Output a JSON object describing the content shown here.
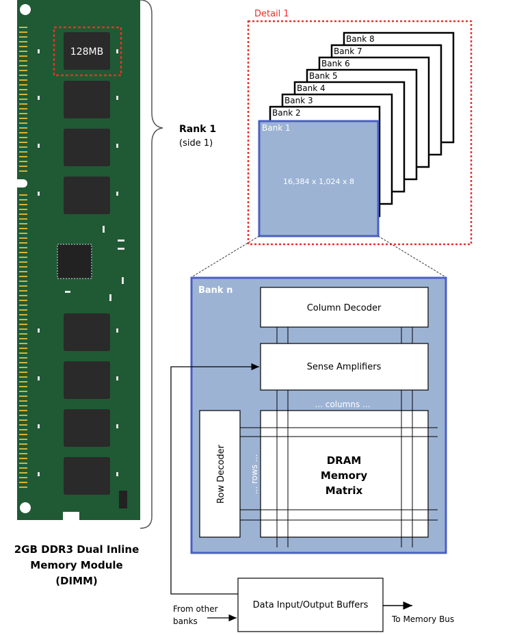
{
  "dimm": {
    "chip_label": "128MB",
    "caption": [
      "2GB DDR3 Dual Inline",
      "Memory Module",
      "(DIMM)"
    ],
    "rank_title": "Rank 1",
    "rank_subtitle": "(side 1)"
  },
  "detail": {
    "title": "Detail 1",
    "banks": [
      "Bank 8",
      "Bank 7",
      "Bank 6",
      "Bank 5",
      "Bank 4",
      "Bank 3",
      "Bank 2"
    ],
    "front_bank_label": "Bank 1",
    "front_bank_dims": "16,384 x 1,024 x 8"
  },
  "bank_n": {
    "title": "Bank n",
    "column_decoder": "Column Decoder",
    "sense_amplifiers": "Sense Amplifiers",
    "columns_label": "... columns ...",
    "row_decoder": "Row Decoder",
    "rows_label": "... rows ...",
    "matrix_label": [
      "DRAM",
      "Memory",
      "Matrix"
    ]
  },
  "io": {
    "buffers_label": "Data Input/Output Buffers",
    "from_other_banks": [
      "From other",
      "banks"
    ],
    "to_memory_bus": "To Memory Bus"
  },
  "colors": {
    "pcb_green": "#1f5a34",
    "chip_dark": "#2a2a2a",
    "detail_red": "#e8302a",
    "bank_blue_fill": "#9cb3d4",
    "bank_blue_border": "#4a5fc4"
  }
}
